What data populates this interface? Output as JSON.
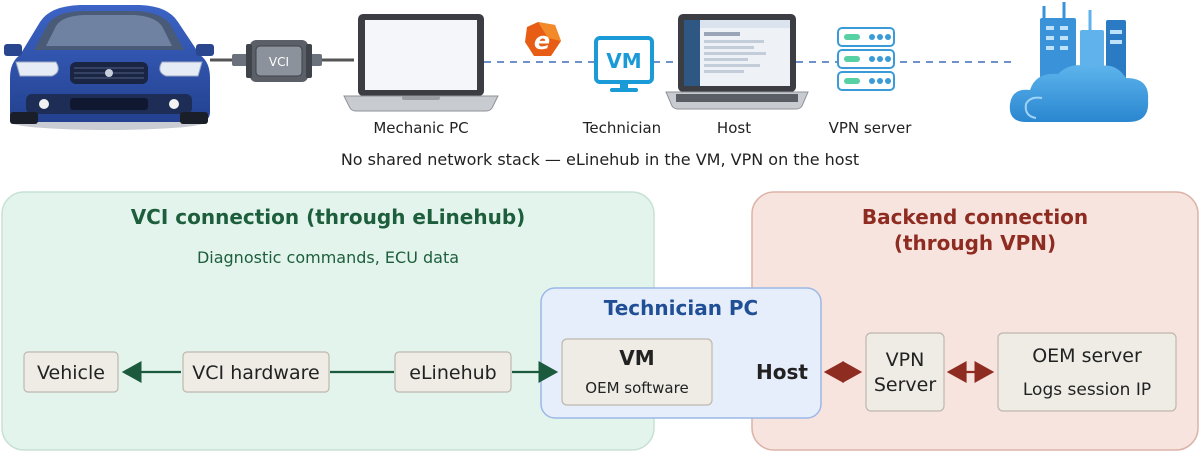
{
  "top": {
    "vci_badge": "VCI",
    "mechanic_pc": "Mechanic PC",
    "elinehub_logo": "e",
    "vm_badge": "VM",
    "technician": "Technician",
    "host": "Host",
    "vpn_server": "VPN server",
    "caption": "No shared network stack — eLinehub in the VM, VPN on the host"
  },
  "vci_panel": {
    "title": "VCI connection (through eLinehub)",
    "subtitle": "Diagnostic commands, ECU data",
    "vehicle": "Vehicle",
    "vci_hardware": "VCI hardware",
    "elinehub": "eLinehub"
  },
  "backend_panel": {
    "title_line1": "Backend connection",
    "title_line2": "(through VPN)",
    "vpn_line1": "VPN",
    "vpn_line2": "Server",
    "oem_title": "OEM server",
    "oem_sub": "Logs session IP"
  },
  "tech_panel": {
    "title": "Technician PC",
    "vm_title": "VM",
    "vm_sub": "OEM software",
    "host": "Host"
  },
  "colors": {
    "green_panel": "#e3f4ec",
    "green_text": "#1d5e3c",
    "red_panel": "#f8e4df",
    "red_text": "#8e2c22",
    "blue_panel": "#e6eefb",
    "blue_text": "#214f96",
    "node_fill": "#efece6",
    "link_green": "#1c5a3e",
    "link_red": "#8e2c22",
    "dash_blue": "#5b82c4"
  }
}
